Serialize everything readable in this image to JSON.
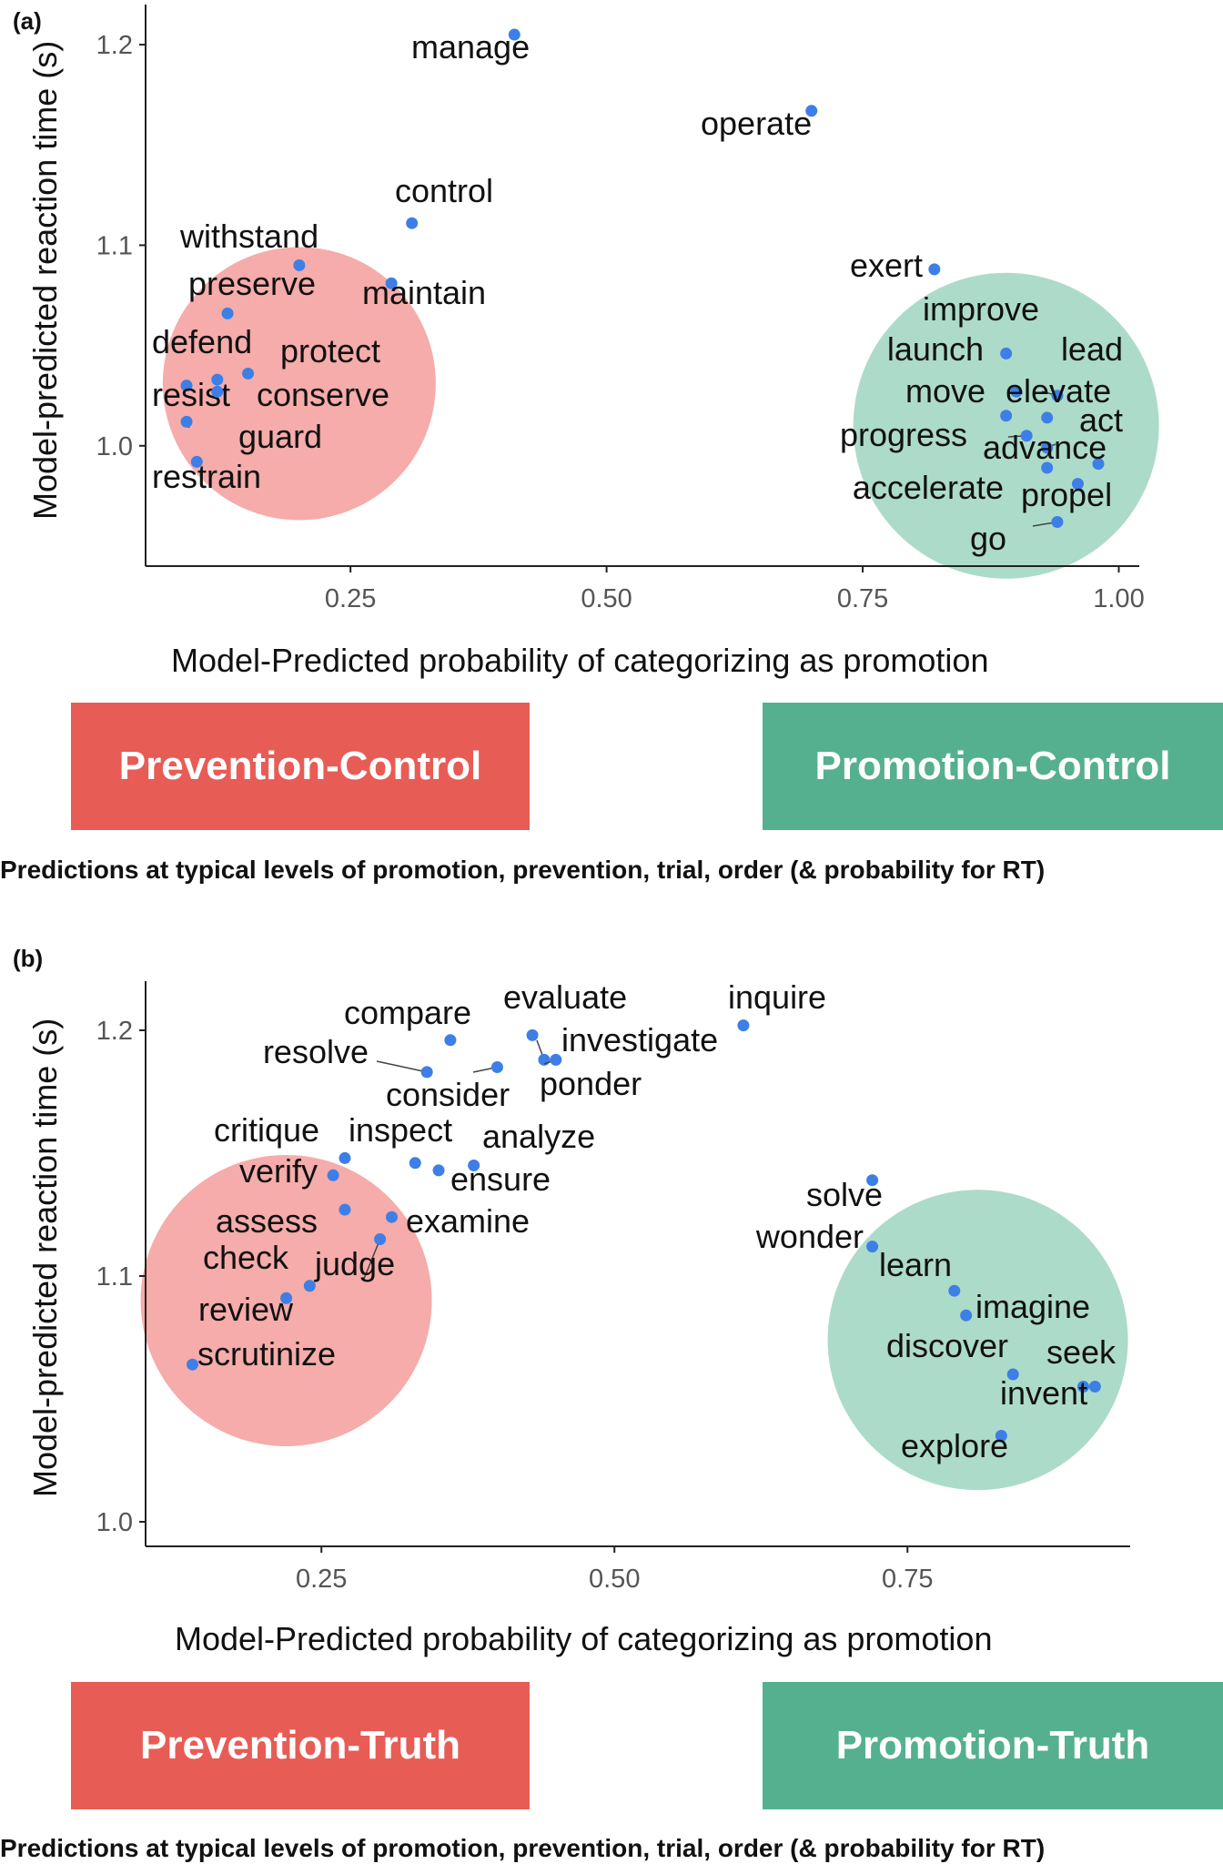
{
  "panels": [
    {
      "letter": "(a)",
      "ylabel": "Model-predicted reaction time (s)",
      "xlabel": "Model-Predicted probability of categorizing as promotion",
      "box_left": "Prevention-Control",
      "box_right": "Promotion-Control",
      "caption": "Predictions at typical levels of promotion, prevention, trial, order (& probability for RT)"
    },
    {
      "letter": "(b)",
      "ylabel": "Model-predicted reaction time (s)",
      "xlabel": "Model-Predicted probability of categorizing as promotion",
      "box_left": "Prevention-Truth",
      "box_right": "Promotion-Truth",
      "caption": "Predictions at typical levels of promotion, prevention, trial, order (& probability for RT)"
    }
  ],
  "colors": {
    "point": "#3d7fe6",
    "prevention_circle": "#f4a8a5",
    "promotion_circle": "#a9d9c6",
    "prevention_box": "#e85c56",
    "promotion_box": "#55b08f"
  },
  "chart_data": [
    {
      "type": "scatter",
      "xlabel": "Model-Predicted probability of categorizing as promotion",
      "ylabel": "Model-predicted reaction time (s)",
      "xlim": [
        0.05,
        1.02
      ],
      "ylim": [
        0.94,
        1.22
      ],
      "xticks": [
        "0.25",
        "0.50",
        "0.75",
        "1.00"
      ],
      "yticks": [
        "1.0",
        "1.1",
        "1.2"
      ],
      "points": [
        {
          "label": "manage",
          "x": 0.41,
          "y": 1.205
        },
        {
          "label": "operate",
          "x": 0.7,
          "y": 1.167
        },
        {
          "label": "control",
          "x": 0.31,
          "y": 1.111
        },
        {
          "label": "withstand",
          "x": 0.2,
          "y": 1.09
        },
        {
          "label": "preserve",
          "x": 0.13,
          "y": 1.066
        },
        {
          "label": "maintain",
          "x": 0.29,
          "y": 1.081
        },
        {
          "label": "defend",
          "x": 0.09,
          "y": 1.03
        },
        {
          "label": "protect",
          "x": 0.15,
          "y": 1.036
        },
        {
          "label": "resist",
          "x": 0.12,
          "y": 1.033
        },
        {
          "label": "conserve",
          "x": 0.12,
          "y": 1.027
        },
        {
          "label": "guard",
          "x": 0.09,
          "y": 1.012
        },
        {
          "label": "restrain",
          "x": 0.1,
          "y": 0.992
        },
        {
          "label": "exert",
          "x": 0.82,
          "y": 1.088
        },
        {
          "label": "improve",
          "x": 0.89,
          "y": 1.046
        },
        {
          "label": "launch",
          "x": 0.9,
          "y": 1.027
        },
        {
          "label": "lead",
          "x": 0.94,
          "y": 1.025
        },
        {
          "label": "move",
          "x": 0.89,
          "y": 1.015
        },
        {
          "label": "elevate",
          "x": 0.93,
          "y": 1.014
        },
        {
          "label": "progress",
          "x": 0.91,
          "y": 1.005
        },
        {
          "label": "act",
          "x": 0.93,
          "y": 0.999
        },
        {
          "label": "advance",
          "x": 0.98,
          "y": 0.991
        },
        {
          "label": "accelerate",
          "x": 0.93,
          "y": 0.989
        },
        {
          "label": "propel",
          "x": 0.96,
          "y": 0.981
        },
        {
          "label": "go",
          "x": 0.94,
          "y": 0.962
        }
      ],
      "regions": [
        {
          "group": "Prevention-Control",
          "cx": 0.2,
          "cy": 1.031
        },
        {
          "group": "Promotion-Control",
          "cx": 0.89,
          "cy": 1.01
        }
      ]
    },
    {
      "type": "scatter",
      "xlabel": "Model-Predicted probability of categorizing as promotion",
      "ylabel": "Model-predicted reaction time (s)",
      "xlim": [
        0.1,
        0.94
      ],
      "ylim": [
        0.99,
        1.22
      ],
      "xticks": [
        "0.25",
        "0.50",
        "0.75"
      ],
      "yticks": [
        "1.0",
        "1.1",
        "1.2"
      ],
      "points": [
        {
          "label": "compare",
          "x": 0.36,
          "y": 1.196
        },
        {
          "label": "evaluate",
          "x": 0.43,
          "y": 1.198
        },
        {
          "label": "inquire",
          "x": 0.61,
          "y": 1.202
        },
        {
          "label": "resolve",
          "x": 0.34,
          "y": 1.183
        },
        {
          "label": "consider",
          "x": 0.4,
          "y": 1.185
        },
        {
          "label": "investigate",
          "x": 0.44,
          "y": 1.188
        },
        {
          "label": "ponder",
          "x": 0.45,
          "y": 1.188
        },
        {
          "label": "critique",
          "x": 0.27,
          "y": 1.148
        },
        {
          "label": "inspect",
          "x": 0.33,
          "y": 1.146
        },
        {
          "label": "analyze",
          "x": 0.38,
          "y": 1.145
        },
        {
          "label": "ensure",
          "x": 0.35,
          "y": 1.143
        },
        {
          "label": "verify",
          "x": 0.26,
          "y": 1.141
        },
        {
          "label": "assess",
          "x": 0.27,
          "y": 1.127
        },
        {
          "label": "examine",
          "x": 0.31,
          "y": 1.124
        },
        {
          "label": "judge",
          "x": 0.3,
          "y": 1.115
        },
        {
          "label": "check",
          "x": 0.24,
          "y": 1.096
        },
        {
          "label": "review",
          "x": 0.22,
          "y": 1.091
        },
        {
          "label": "scrutinize",
          "x": 0.14,
          "y": 1.064
        },
        {
          "label": "solve",
          "x": 0.72,
          "y": 1.139
        },
        {
          "label": "wonder",
          "x": 0.72,
          "y": 1.112
        },
        {
          "label": "learn",
          "x": 0.79,
          "y": 1.094
        },
        {
          "label": "imagine",
          "x": 0.8,
          "y": 1.084
        },
        {
          "label": "discover",
          "x": 0.84,
          "y": 1.06
        },
        {
          "label": "seek",
          "x": 0.91,
          "y": 1.055
        },
        {
          "label": "invent",
          "x": 0.9,
          "y": 1.055
        },
        {
          "label": "explore",
          "x": 0.83,
          "y": 1.035
        }
      ],
      "regions": [
        {
          "group": "Prevention-Truth",
          "cx": 0.22,
          "cy": 1.09
        },
        {
          "group": "Promotion-Truth",
          "cx": 0.81,
          "cy": 1.074
        }
      ]
    }
  ]
}
